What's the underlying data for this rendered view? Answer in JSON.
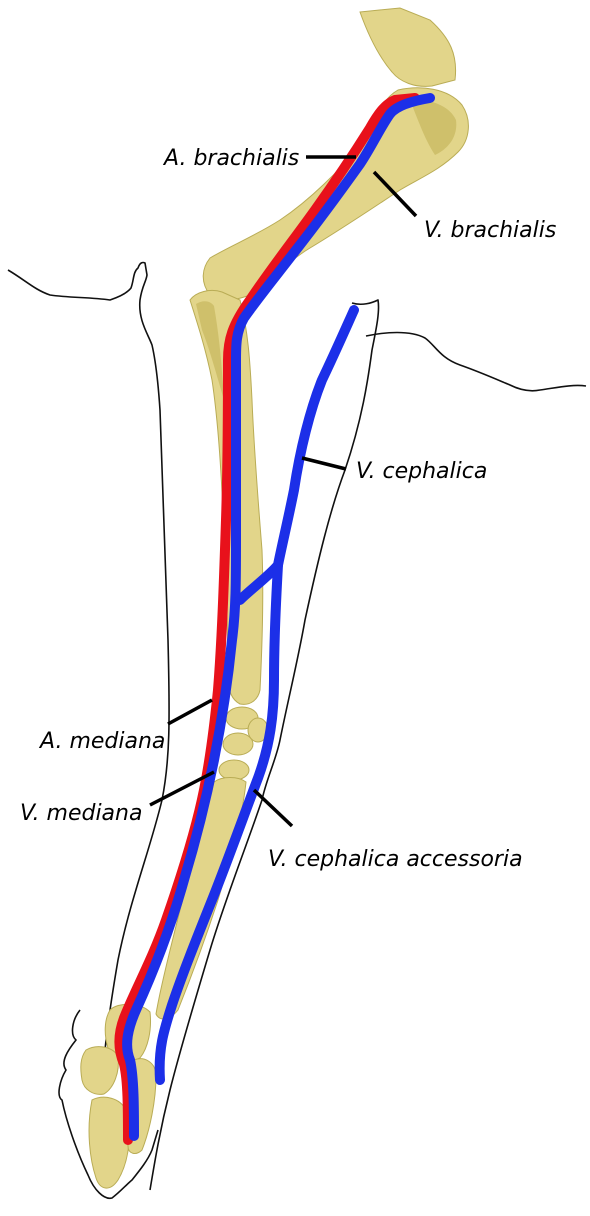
{
  "colors": {
    "artery": "#e8111b",
    "vein": "#1c2fe8",
    "bone": "#e2d58a",
    "bone_shadow": "#cfc06b",
    "outline": "#111111"
  },
  "labels": {
    "a_brachialis": "A. brachialis",
    "v_brachialis": "V. brachialis",
    "v_cephalica": "V. cephalica",
    "a_mediana": "A. mediana",
    "v_mediana": "V. mediana",
    "v_cephalica_accessoria": "V. cephalica accessoria"
  }
}
